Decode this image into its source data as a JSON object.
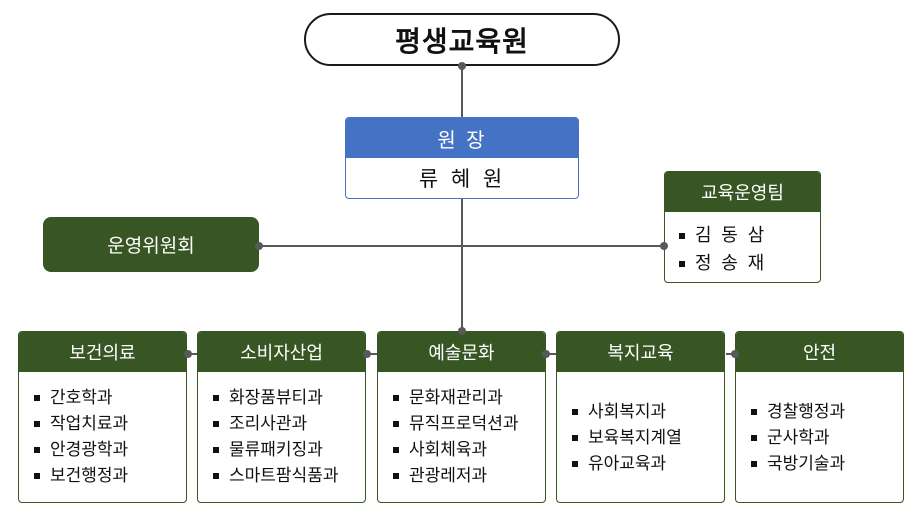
{
  "org": {
    "title": "평생교육원",
    "director": {
      "label": "원 장",
      "name": "류 혜 원"
    },
    "committee": "운영위원회",
    "team": {
      "label": "교육운영팀",
      "members": [
        "김 동 삼",
        "정 송 재"
      ]
    },
    "departments": [
      {
        "label": "보건의료",
        "items": [
          "간호학과",
          "작업치료과",
          "안경광학과",
          "보건행정과"
        ]
      },
      {
        "label": "소비자산업",
        "items": [
          "화장품뷰티과",
          "조리사관과",
          "물류패키징과",
          "스마트팜식품과"
        ]
      },
      {
        "label": "예술문화",
        "items": [
          "문화재관리과",
          "뮤직프로덕션과",
          "사회체육과",
          "관광레저과"
        ]
      },
      {
        "label": "복지교육",
        "items": [
          "사회복지과",
          "보육복지계열",
          "유아교육과"
        ]
      },
      {
        "label": "안전",
        "items": [
          "경찰행정과",
          "군사학과",
          "국방기술과"
        ]
      }
    ]
  },
  "colors": {
    "green": "#375623",
    "blue": "#4472c4",
    "line": "#595959"
  }
}
